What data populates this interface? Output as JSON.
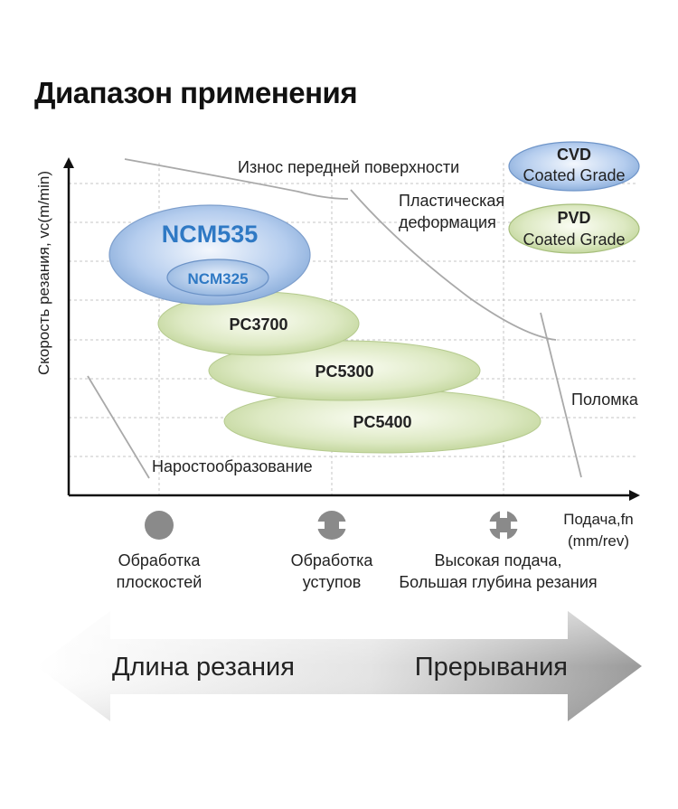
{
  "title": "Диапазон применения",
  "axes": {
    "y_label": "Скорость резания, vc(m/min)",
    "x_label_line1": "Подача,fn",
    "x_label_line2": "(mm/rev)"
  },
  "wear_zones": {
    "crater": "Износ передней поверхности",
    "plastic_line1": "Пластическая",
    "plastic_line2": "деформация",
    "breakage": "Поломка",
    "built_up_edge": "Наростообразование"
  },
  "coating_legend": {
    "cvd": {
      "name": "CVD",
      "sub": "Coated Grade",
      "color": "#9bb8dd"
    },
    "pvd": {
      "name": "PVD",
      "sub": "Coated Grade",
      "color": "#d4e3b4"
    }
  },
  "grades": {
    "ncm535": {
      "name": "NCM535",
      "color": "#2f79c4"
    },
    "ncm325": {
      "name": "NCM325",
      "color": "#2f79c4"
    },
    "pc3700": {
      "name": "PC3700"
    },
    "pc5300": {
      "name": "PC5300"
    },
    "pc5400": {
      "name": "PC5400"
    }
  },
  "operations": [
    {
      "icon": "solid-circle-icon",
      "line1": "Обработка",
      "line2": "плоскостей"
    },
    {
      "icon": "shoulder-circle-icon",
      "line1": "Обработка",
      "line2": "уступов"
    },
    {
      "icon": "cross-circle-icon",
      "line1": "Высокая подача,",
      "line2": "Большая глубина резания"
    }
  ],
  "arrow": {
    "left_label": "Длина резания",
    "right_label": "Прерывания"
  }
}
